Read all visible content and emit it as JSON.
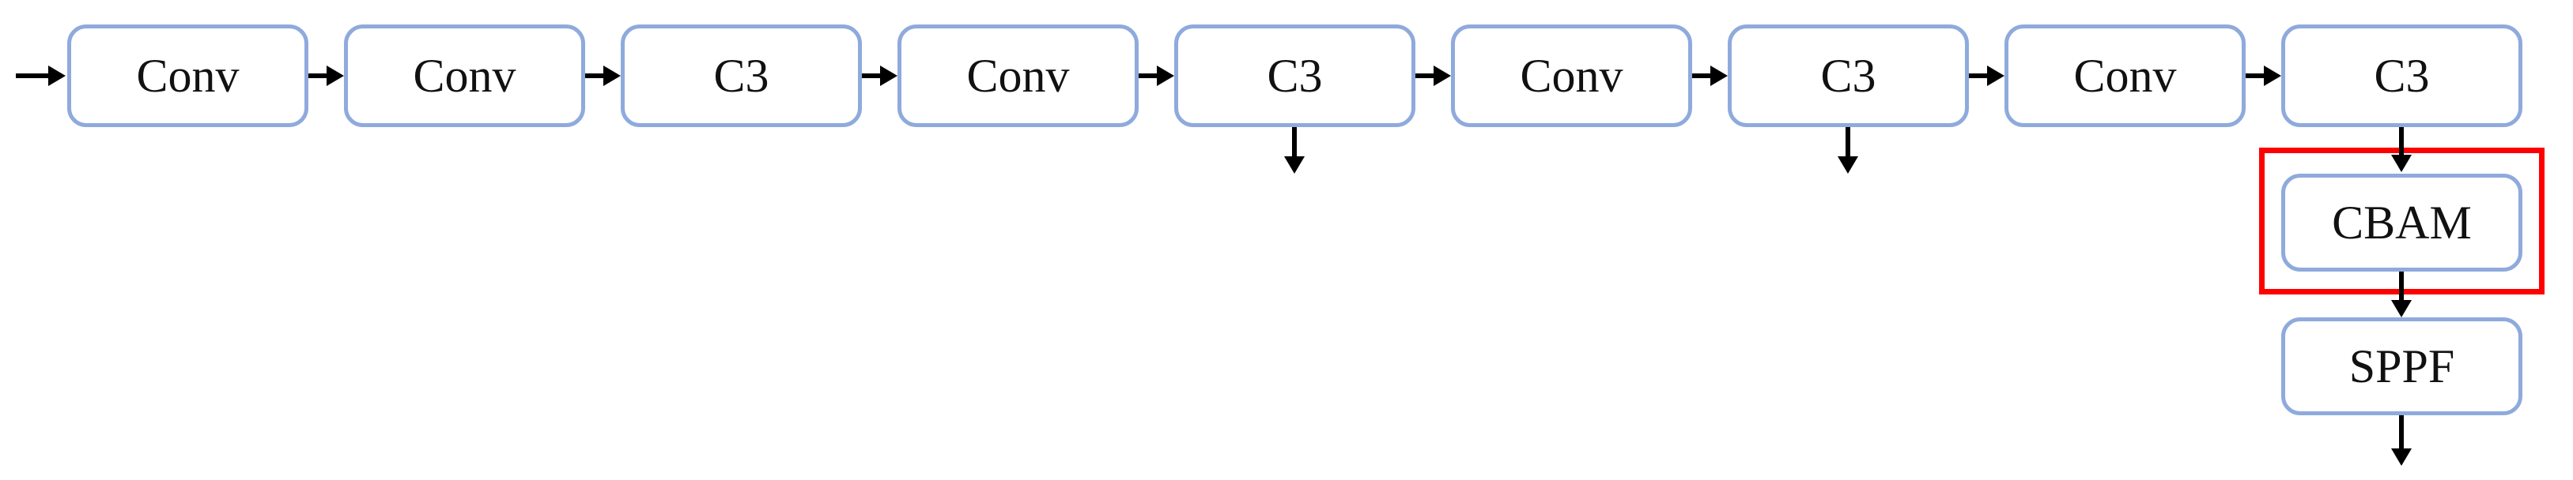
{
  "diagram": {
    "backbone_nodes": [
      {
        "label": "Conv"
      },
      {
        "label": "Conv"
      },
      {
        "label": "C3"
      },
      {
        "label": "Conv"
      },
      {
        "label": "C3"
      },
      {
        "label": "Conv"
      },
      {
        "label": "C3"
      },
      {
        "label": "Conv"
      },
      {
        "label": "C3"
      }
    ],
    "cbam_node": {
      "label": "CBAM",
      "highlighted": true
    },
    "sppf_node": {
      "label": "SPPF"
    },
    "colors": {
      "node_border": "#8faadc",
      "node_fill": "#ffffff",
      "highlight_border": "#ff0000",
      "arrow": "#000000",
      "text": "#111111",
      "background": "#ffffff"
    }
  }
}
